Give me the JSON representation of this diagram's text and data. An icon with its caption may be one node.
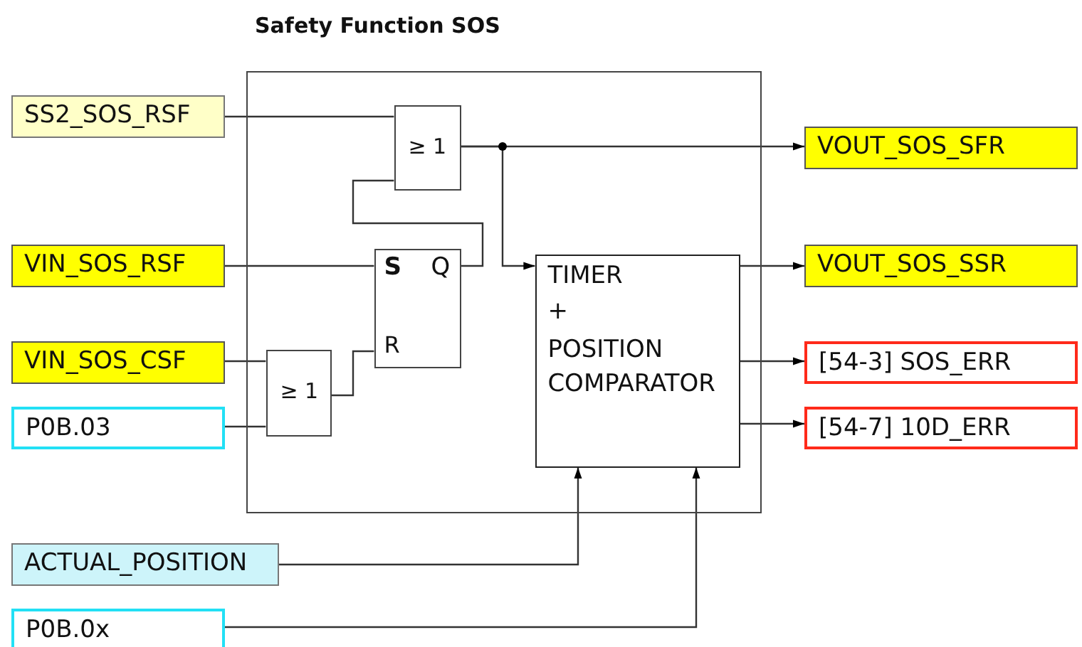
{
  "diagram": {
    "nodes": [
      {
        "text": [
          "SS2_SOS_RSF"
        ]
      },
      {
        "text": [
          "VIN_SOS_RSF"
        ]
      },
      {
        "text": [
          "VIN_SOS_CSF"
        ]
      },
      {
        "text": [
          "P0B.03"
        ]
      },
      {
        "text": [
          "ACTUAL_POSITION"
        ]
      },
      {
        "text": [
          "P0B.0x"
        ]
      },
      {
        "text": [
          "Safety Function SOS"
        ]
      },
      {
        "text": [
          "≥ 1"
        ],
        "in": 6
      },
      {
        "text": [
          "S",
          "Q",
          "R"
        ],
        "in": 6
      },
      {
        "text": [
          "≥ 1"
        ],
        "in": 6
      },
      {
        "text": [
          "TIMER",
          "+",
          "POSITION COMPARATOR"
        ],
        "in": 6
      },
      {
        "text": [
          "VOUT_SOS_SFR"
        ]
      },
      {
        "text": [
          "VOUT_SOS_SSR"
        ]
      },
      {
        "text": [
          "[54-3] SOS_ERR"
        ]
      },
      {
        "text": [
          "[54-7] 10D_ERR"
        ]
      }
    ],
    "edges": [
      {
        "from": 0,
        "to": 7,
        "arrow": "none"
      },
      {
        "from": 1,
        "to": 8,
        "arrow": "none"
      },
      {
        "from": 2,
        "to": 9,
        "arrow": "none"
      },
      {
        "from": 3,
        "to": 9,
        "arrow": "none"
      },
      {
        "from": 8,
        "to": 7,
        "arrow": "none"
      },
      {
        "from": 9,
        "to": 8,
        "arrow": "none"
      },
      {
        "from": 7,
        "to": 11,
        "arrow": "to"
      },
      {
        "from": 7,
        "to": 10,
        "arrow": "to"
      },
      {
        "from": 10,
        "to": 12,
        "arrow": "to"
      },
      {
        "from": 10,
        "to": 13,
        "arrow": "to"
      },
      {
        "from": 10,
        "to": 14,
        "arrow": "to"
      },
      {
        "from": 4,
        "to": 10,
        "arrow": "to"
      },
      {
        "from": 5,
        "to": 10,
        "arrow": "to"
      }
    ]
  }
}
